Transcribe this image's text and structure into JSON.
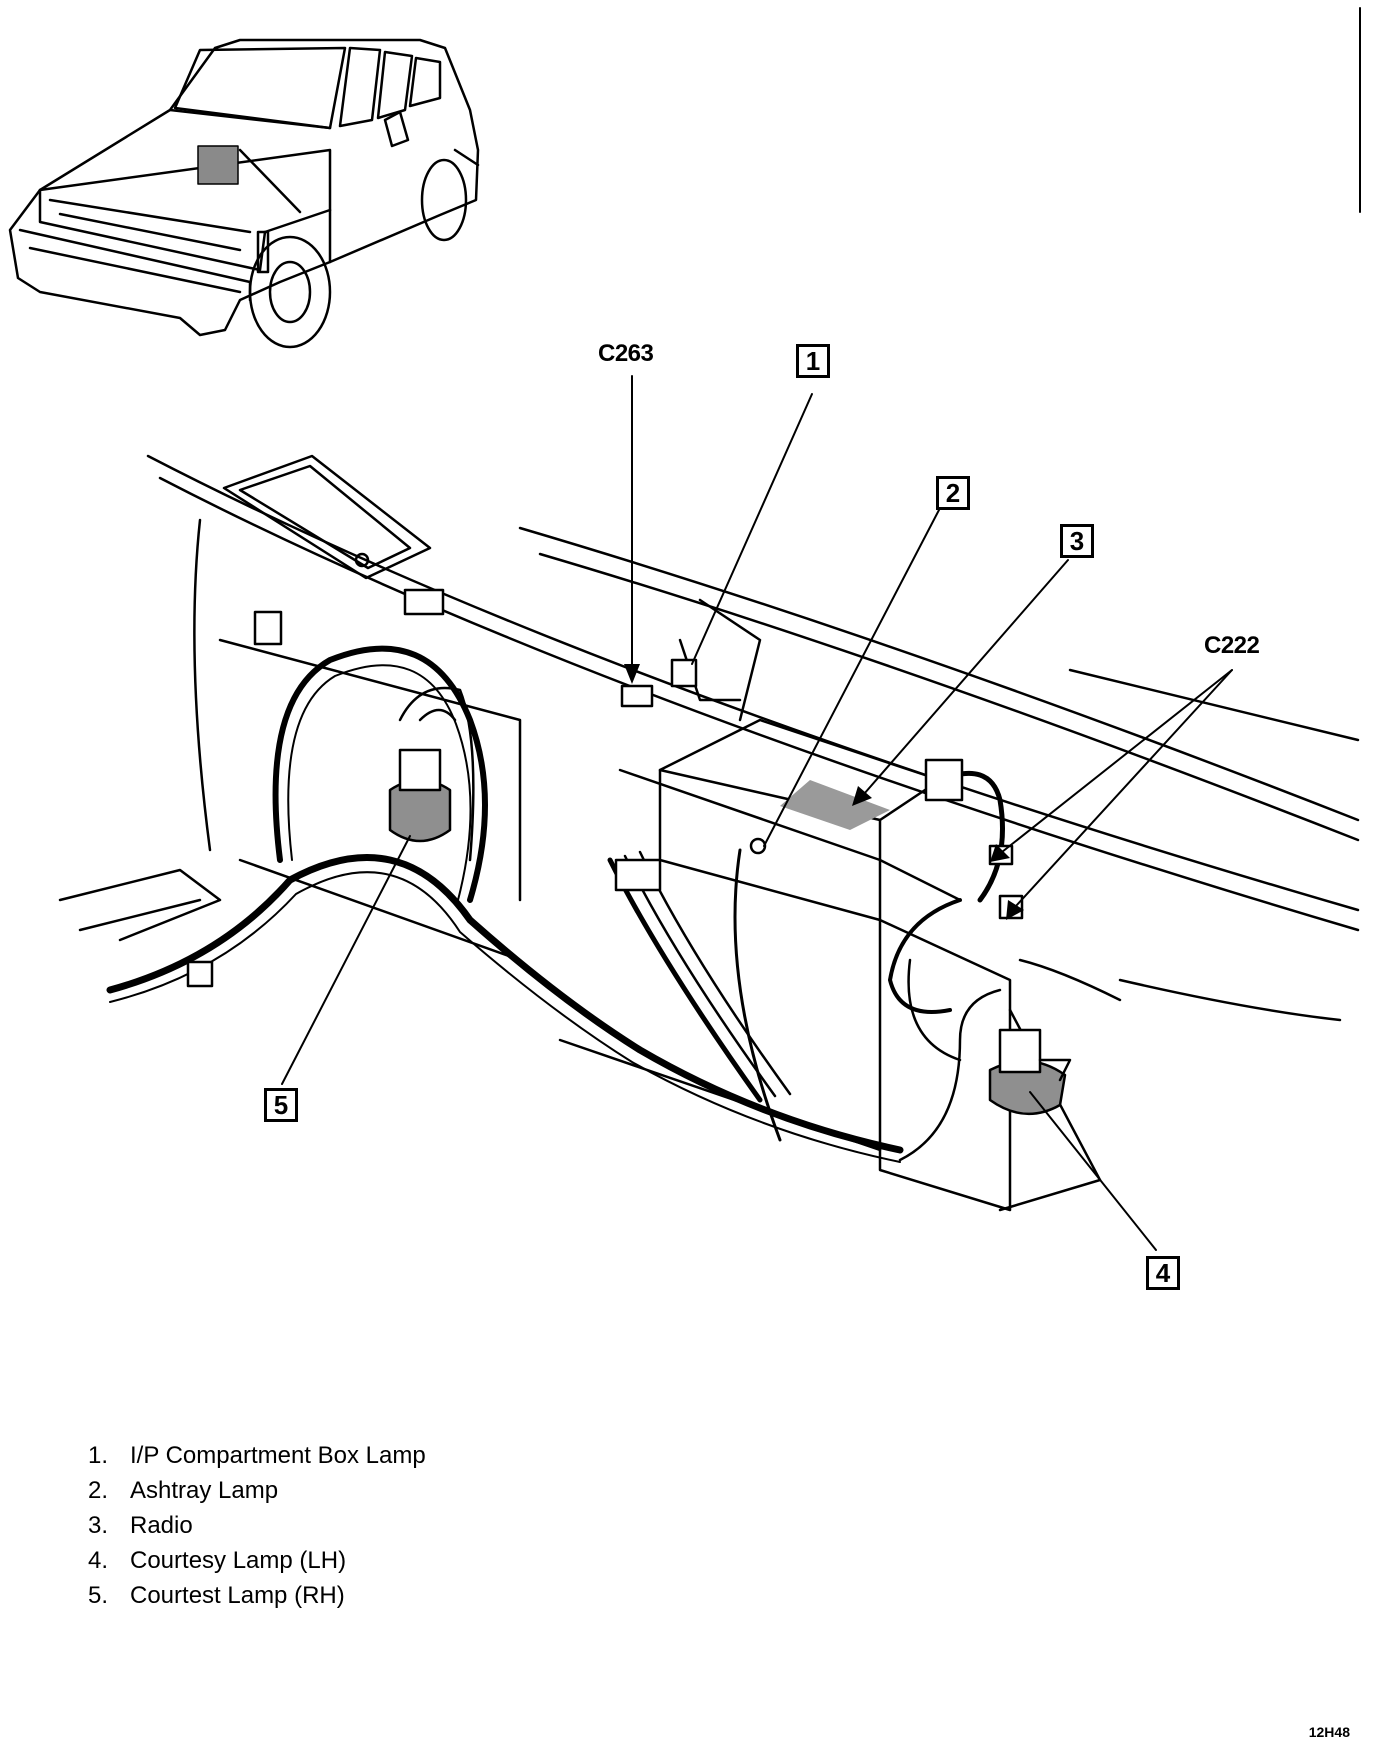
{
  "callouts": [
    "1",
    "2",
    "3",
    "4",
    "5"
  ],
  "connectors": {
    "c263": "C263",
    "c222": "C222"
  },
  "legend": [
    {
      "num": "1.",
      "text": "I/P Compartment Box Lamp"
    },
    {
      "num": "2.",
      "text": "Ashtray Lamp"
    },
    {
      "num": "3.",
      "text": "Radio"
    },
    {
      "num": "4.",
      "text": "Courtesy Lamp (LH)"
    },
    {
      "num": "5.",
      "text": "Courtest Lamp (RH)"
    }
  ],
  "figure_code": "12H48"
}
